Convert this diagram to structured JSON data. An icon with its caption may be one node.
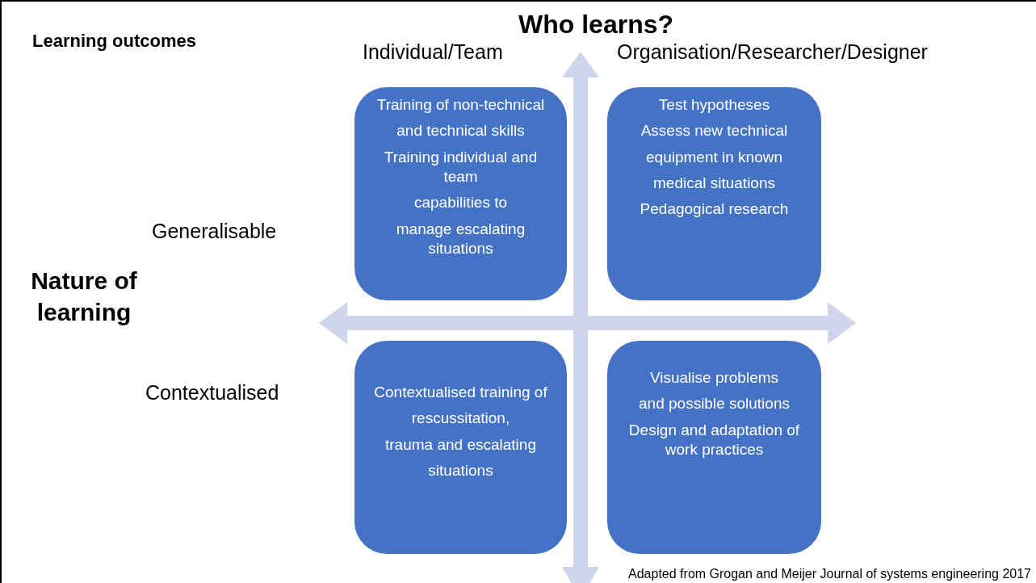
{
  "diagram": {
    "title": "Learning outcomes",
    "caption": "Adapted from Grogan and Meijer Journal of systems engineering 2017",
    "nodes": [
      {
        "text": [
          "Training of non-technical",
          "and technical skills",
          "Training individual and team",
          "capabilities to",
          "manage escalating situations"
        ]
      },
      {
        "text": [
          "Test hypotheses",
          "Assess new technical",
          "equipment in known",
          "medical situations",
          "Pedagogical research"
        ]
      },
      {
        "text": [
          "Contextualised training of",
          "rescussitation,",
          "trauma and escalating",
          "situations"
        ]
      },
      {
        "text": [
          "Visualise problems",
          "and possible solutions",
          "Design and adaptation of work practices"
        ]
      }
    ],
    "edges": [],
    "labels": [
      "Who learns?",
      "Individual/Team",
      "Organisation/Researcher/Designer",
      "Generalisable",
      "Nature of learning",
      "Contextualised"
    ]
  }
}
